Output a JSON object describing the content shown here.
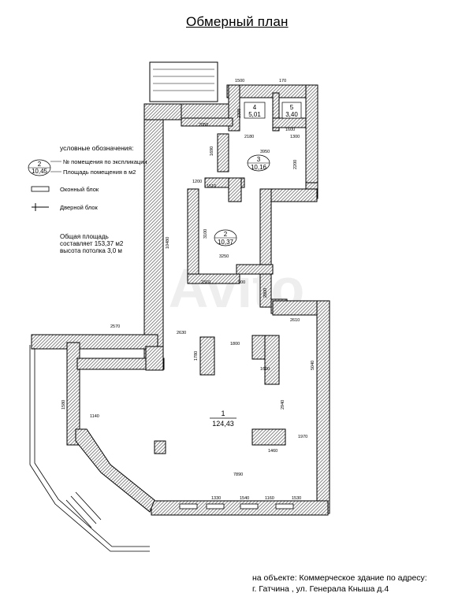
{
  "title": "Обмерный план",
  "legend": {
    "heading": "условные обозначения:",
    "room_number_label": "№ помещения по экспликации",
    "room_area_label": "Площадь помещения в м2",
    "sample_number": "2",
    "sample_area": "10,45",
    "window_label": "Оконный блок",
    "door_label": "Дверной блок"
  },
  "total_area": {
    "line1": "Общая площадь",
    "line2": "составляет 153,37 м2",
    "line3": "высота потолка 3,0 м"
  },
  "object": {
    "line1": "на объекте: Коммерческое здание по адресу:",
    "line2": "г. Гатчина , ул. Генерала Кныша д.4"
  },
  "rooms": [
    {
      "number": "1",
      "area": "124,43"
    },
    {
      "number": "2",
      "area": "10,37"
    },
    {
      "number": "3",
      "area": "10,16"
    },
    {
      "number": "4",
      "area": "5,01"
    },
    {
      "number": "5",
      "area": "3,40"
    }
  ],
  "dimensions": [
    "1500",
    "170",
    "2050",
    "2300",
    "1600",
    "2180",
    "1300",
    "3950",
    "2200",
    "1690",
    "1200",
    "1510",
    "3100",
    "3250",
    "2310",
    "900",
    "2000",
    "10480",
    "2570",
    "2630",
    "1800",
    "1780",
    "1600",
    "2610",
    "5040",
    "2940",
    "1970",
    "1460",
    "7890",
    "1330",
    "1540",
    "1160",
    "1530",
    "1140",
    "1580"
  ],
  "colors": {
    "wall_hatch": "#6a6a6a",
    "line": "#000000",
    "watermark": "#eeeeee"
  }
}
